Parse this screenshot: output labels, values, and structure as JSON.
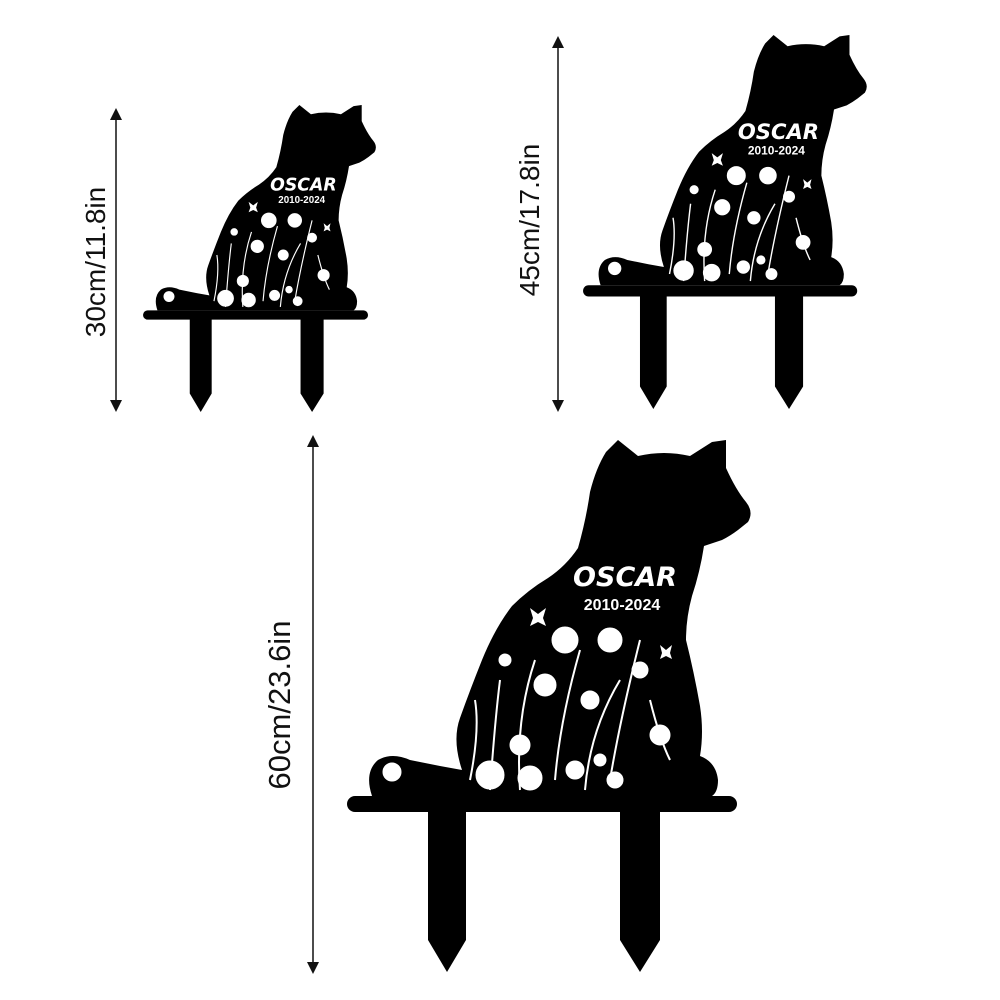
{
  "product": {
    "name": "OSCAR",
    "years": "2010-2024"
  },
  "sizes": [
    {
      "label": "30cm/11.8in"
    },
    {
      "label": "45cm/17.8in"
    },
    {
      "label": "60cm/23.6in"
    }
  ],
  "colors": {
    "silhouette": "#000000",
    "background": "#ffffff",
    "cutout": "#ffffff"
  }
}
